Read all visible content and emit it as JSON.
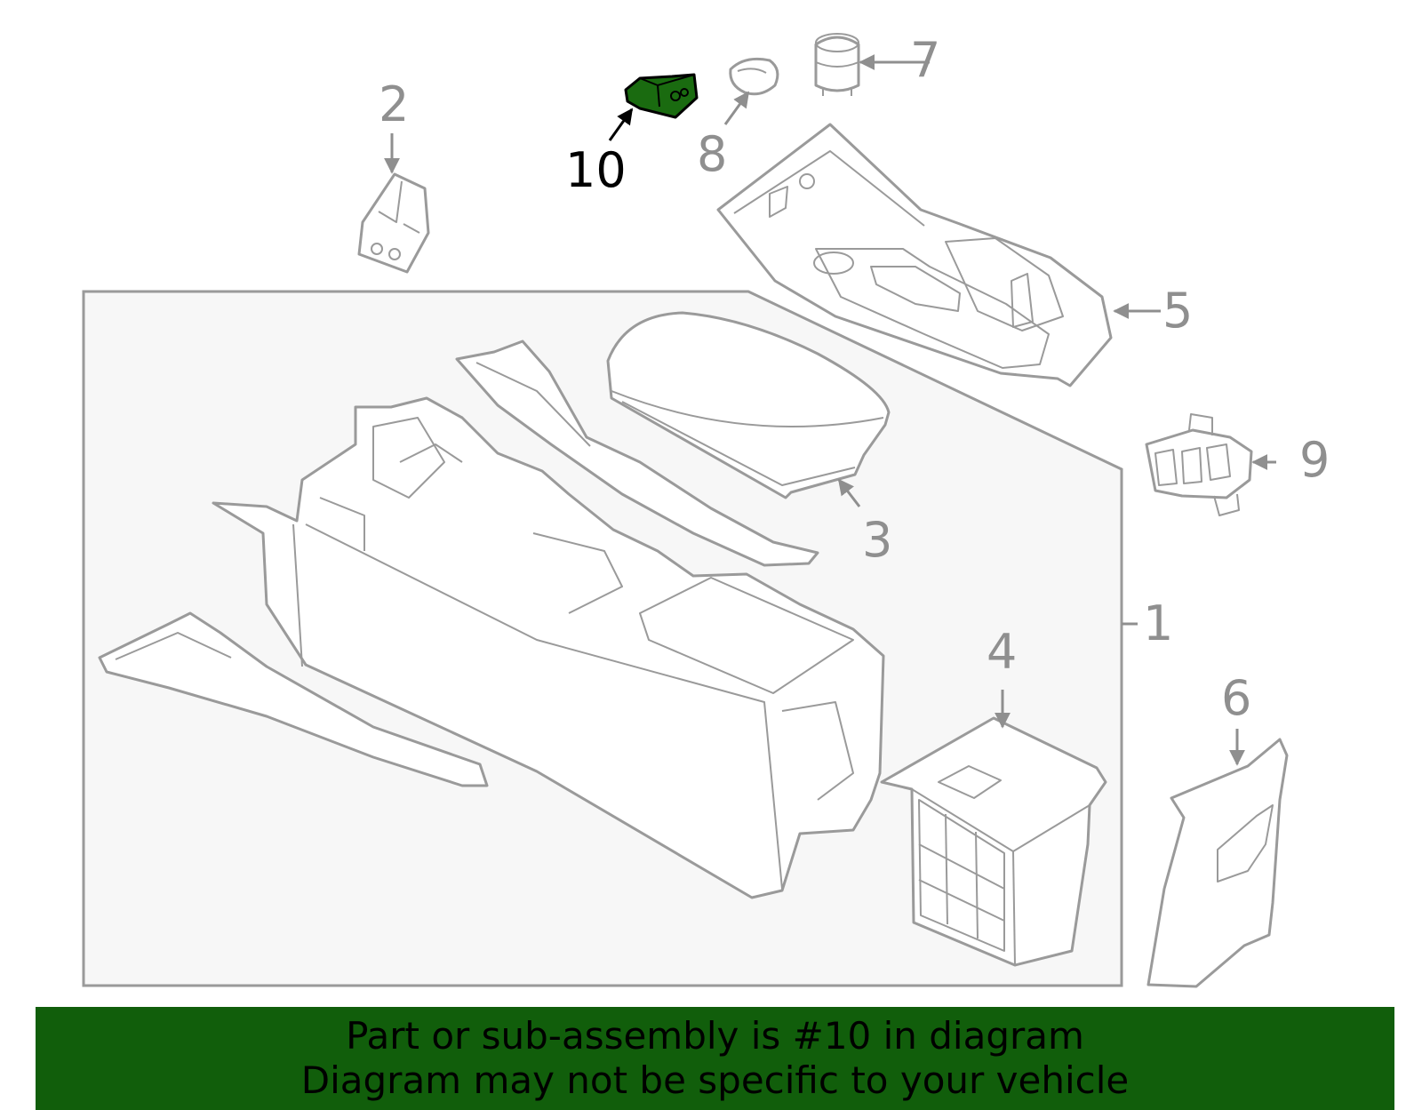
{
  "diagram": {
    "callouts": {
      "c1": "1",
      "c2": "2",
      "c3": "3",
      "c4": "4",
      "c5": "5",
      "c6": "6",
      "c7": "7",
      "c8": "8",
      "c9": "9",
      "c10": "10"
    },
    "highlighted_part": "10"
  },
  "banner": {
    "line1": "Part or sub-assembly is #10 in diagram",
    "line2": "Diagram may not be specific to your vehicle"
  },
  "colors": {
    "highlight": "#1a6b10",
    "banner": "#115e0b",
    "line": "#9a9a9a",
    "frame_bg": "#f7f7f7"
  }
}
